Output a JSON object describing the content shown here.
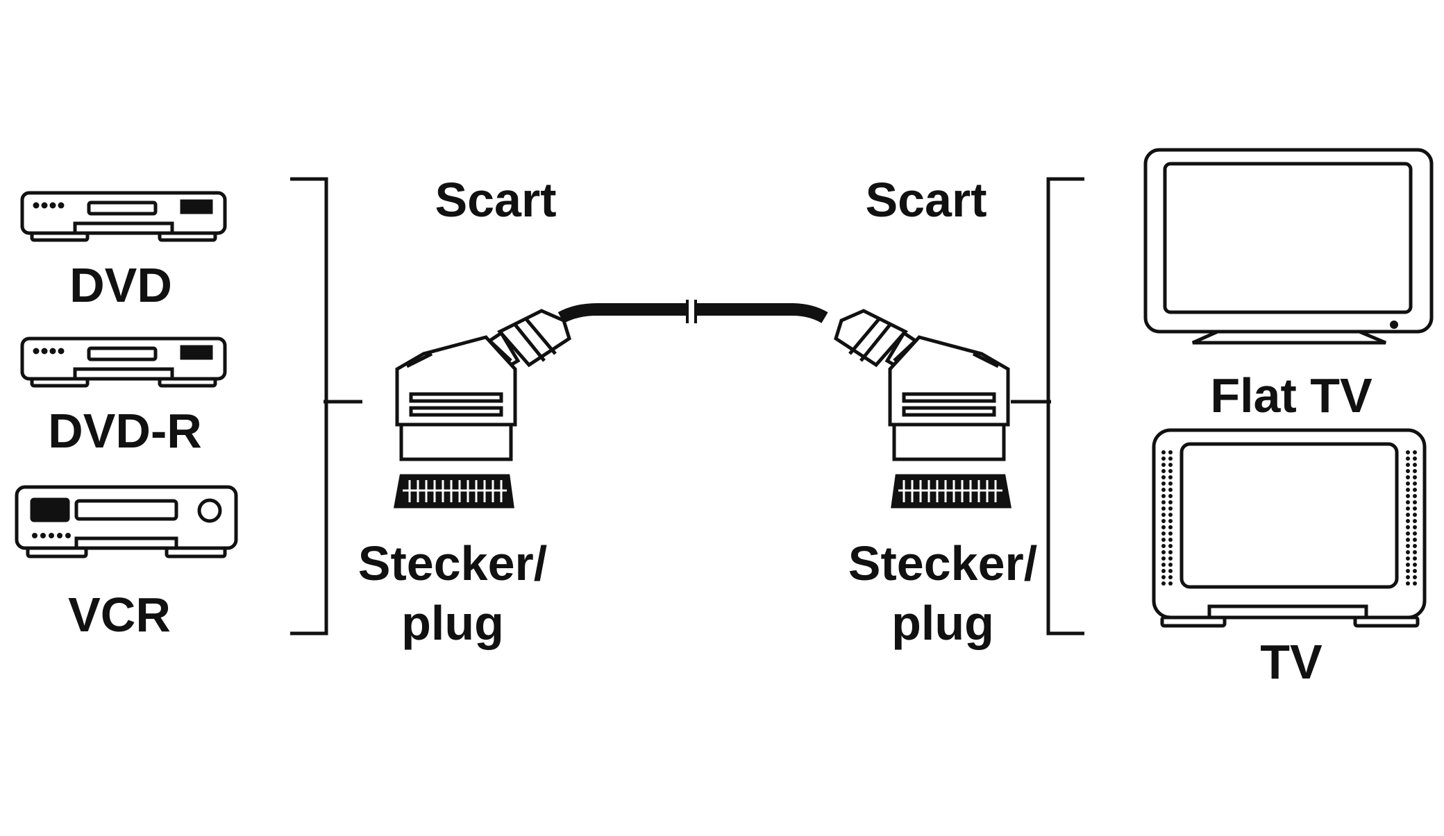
{
  "colors": {
    "ink": "#111111",
    "background": "#ffffff"
  },
  "sources": [
    {
      "label": "DVD",
      "icon": "dvd-player-icon"
    },
    {
      "label": "DVD-R",
      "icon": "dvd-recorder-icon"
    },
    {
      "label": "VCR",
      "icon": "vcr-icon"
    }
  ],
  "targets": [
    {
      "label": "Flat TV",
      "icon": "flat-tv-icon"
    },
    {
      "label": "TV",
      "icon": "crt-tv-icon"
    }
  ],
  "cable": {
    "left_connector": {
      "type": "Scart",
      "caption_line1": "Stecker/",
      "caption_line2": "plug"
    },
    "right_connector": {
      "type": "Scart",
      "caption_line1": "Stecker/",
      "caption_line2": "plug"
    }
  }
}
